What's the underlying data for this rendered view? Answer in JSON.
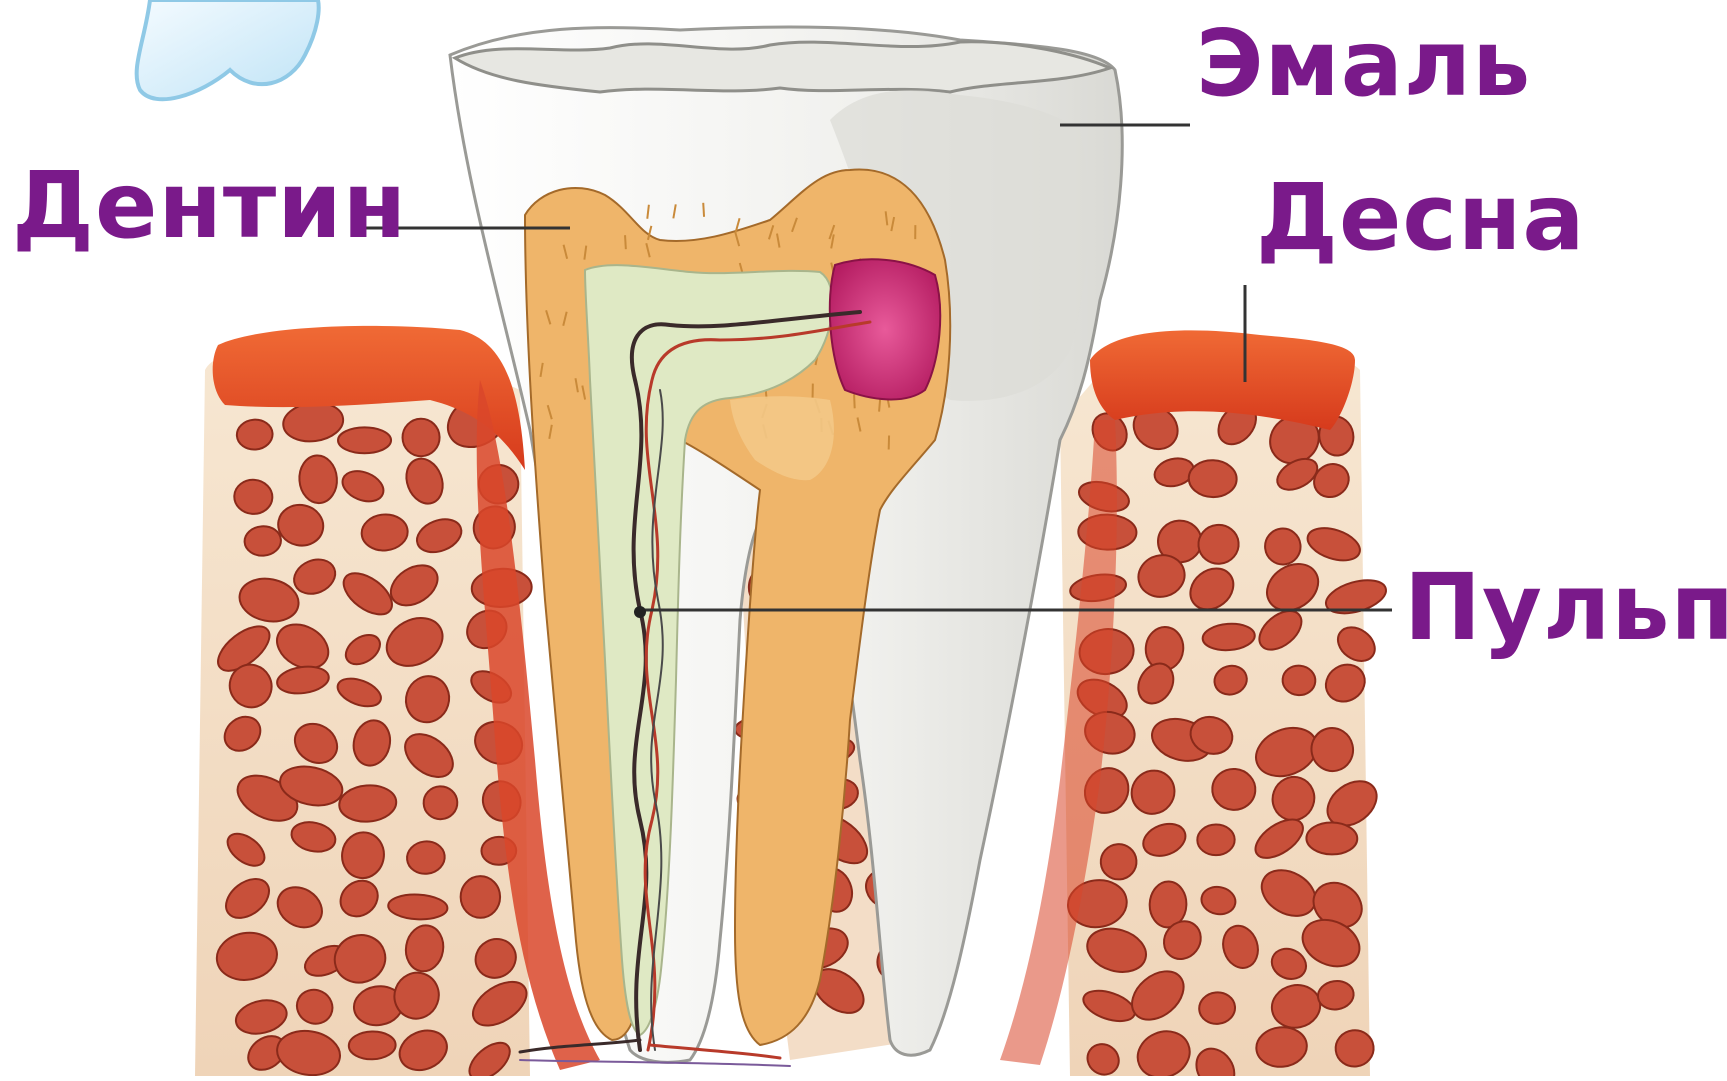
{
  "labels": {
    "enamel": "Эмаль",
    "dentin": "Дентин",
    "gum": "Десна",
    "pulp": "Пульпа"
  },
  "colors": {
    "label_text": "#7a1a8a",
    "leader_line": "#333333",
    "dentin": "#efb56a",
    "dentin_light": "#f7d49a",
    "pulp": "#dfe9c4",
    "enamel": "#eeeeea",
    "gum": "#e24a25",
    "bone": "#c8503a",
    "bone_background": "#f6e6cf",
    "caries": "#d2357a",
    "root": "#f8f8f6",
    "nerve_dark": "#3a2a2a",
    "nerve_red": "#b83a2a"
  },
  "icons": {
    "corner_tooth": "tooth-icon"
  }
}
